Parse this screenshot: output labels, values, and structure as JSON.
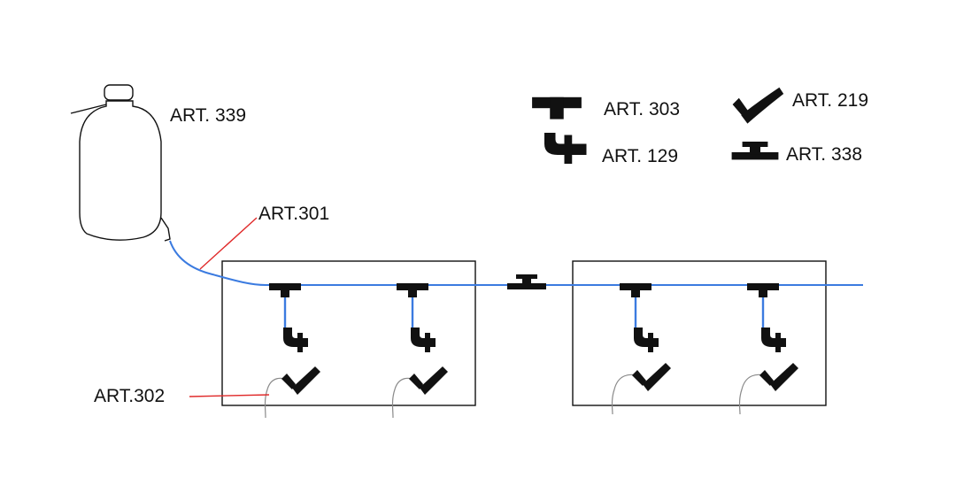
{
  "labels": {
    "bottle": "ART. 339",
    "tubing": "ART.301",
    "capillary": "ART.302"
  },
  "legend": [
    {
      "icon": "tee-connector-icon",
      "label": "ART. 303"
    },
    {
      "icon": "elbow-connector-icon",
      "label": "ART. 129"
    },
    {
      "icon": "dripper-connector-icon",
      "label": "ART. 219"
    },
    {
      "icon": "inline-joiner-icon",
      "label": "ART. 338"
    }
  ],
  "colors": {
    "water_line": "#3b7be0",
    "leader_line": "#e02b2b",
    "ink": "#111111",
    "capillary": "#8a8a8a"
  }
}
